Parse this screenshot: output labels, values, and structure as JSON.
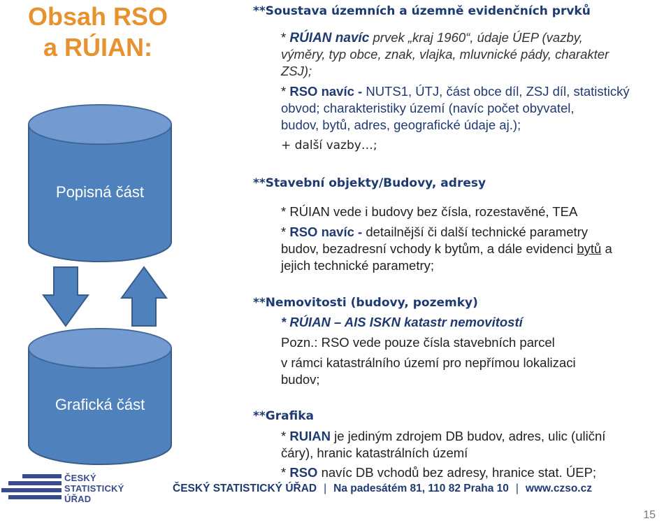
{
  "title": {
    "line1": "Obsah RSO",
    "line2": "a RÚIAN:"
  },
  "cylinders": {
    "top_label": "Popisná část",
    "bottom_label": "Grafická část"
  },
  "logo": {
    "line1": "ČESKÝ",
    "line2": "STATISTICKÝ",
    "line3": "ÚŘAD"
  },
  "section1": {
    "heading": "**Soustava územních a územně evidenčních prvků",
    "l1_bullet": "* ",
    "l1_key": "RÚIAN navíc",
    "l1_rest": " prvek „kraj 1960“, údaje ÚEP (vazby,",
    "l2": "výměry, typ obce, znak, vlajka, mluvnické pády, charakter",
    "l3": "ZSJ);",
    "l4_bullet": "* ",
    "l4_key": "RSO navíc -",
    "l4_rest": " NUTS1, ÚTJ, část obce díl, ZSJ díl, statistický",
    "l5": "obvod; charakteristiky území  (navíc počet obyvatel,",
    "l6": "budov, bytů, adres, geografické údaje aj.);",
    "l7": "+ další vazby…;"
  },
  "section2": {
    "heading": "**Stavební objekty/Budovy, adresy",
    "l1": "* RÚIAN vede i budovy bez čísla, rozestavěné, TEA",
    "l2_bullet": "* ",
    "l2_key": "RSO navíc -",
    "l2_rest": " detailnější či další technické parametry",
    "l3_a": "budov, bezadresní vchody k bytům, a dále evidenci ",
    "l3_u": "bytů",
    "l3_b": " a",
    "l4": "jejich technické parametry;"
  },
  "section3": {
    "heading": "**Nemovitosti (budovy, pozemky)",
    "l1": "* RÚIAN – AIS ISKN katastr nemovitostí",
    "l2": "Pozn.: RSO vede pouze čísla stavebních parcel",
    "l3": "v rámci katastrálního území pro nepřímou lokalizaci",
    "l4": "budov;"
  },
  "section4": {
    "heading": "**Grafika",
    "l1_bullet": "* ",
    "l1_key": "RUIAN",
    "l1_rest": " je jediným zdrojem DB budov, adres, ulic (uliční",
    "l2": "čáry), hranic katastrálních území",
    "l3_bullet": "* ",
    "l3_key": "RSO",
    "l3_rest": " navíc DB vchodů bez adresy, hranice  stat. ÚEP;"
  },
  "footer": {
    "org": "ČESKÝ STATISTICKÝ ÚŘAD",
    "sep": "|",
    "address": "Na padesátém 81, 110 82 Praha 10",
    "web": "www.czso.cz"
  },
  "page_number": "15",
  "colors": {
    "title": "#e8912f",
    "cylinder": "#4f81bd",
    "cylinder_edge": "#385d8a",
    "arrow": "#4f81bd",
    "text_blue": "#1f3a72"
  }
}
